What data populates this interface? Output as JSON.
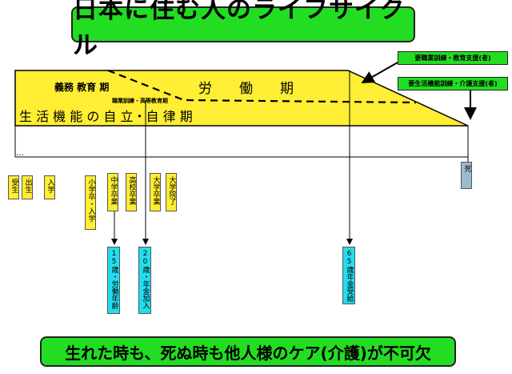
{
  "title": "日本に住む人のライフサイクル",
  "callouts": {
    "top": "要職業訓練・教育支援(者)",
    "bottom": "要生活機能訓練・介護支援(者)"
  },
  "band": {
    "compulsory_education": "義務 教育 期",
    "labor_period": "労　　働　　期",
    "vocational_note": "職業訓練・高等教育期",
    "life_function": "生 活 機 能 の 自 立・自 律 期"
  },
  "events": [
    {
      "label": "受生"
    },
    {
      "label": "出生"
    },
    {
      "label": "入学"
    },
    {
      "label": "小学卒・入学"
    },
    {
      "label": "中学卒業"
    },
    {
      "label": "高校卒業"
    },
    {
      "label": "大学卒業"
    },
    {
      "label": "大学院了"
    }
  ],
  "milestones": [
    {
      "label": "15歳・労働年齢"
    },
    {
      "label": "20歳・年金加入"
    },
    {
      "label": "65歳年金受給"
    }
  ],
  "death": "死",
  "timeline_dots": "...",
  "bottom_message": "生れた時も、死ぬ時も他人様のケア(介護)が不可欠",
  "colors": {
    "green": "#22dd22",
    "yellow": "#ffee33",
    "cyan": "#22ddee",
    "grey_blue": "#99bbcc"
  }
}
